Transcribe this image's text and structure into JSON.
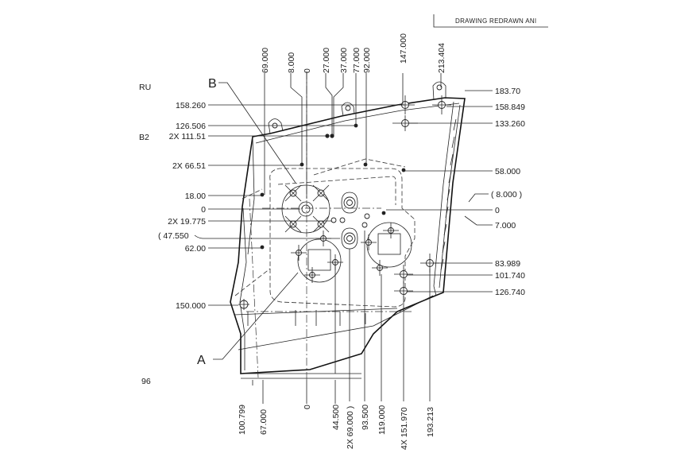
{
  "drawing": {
    "title_block": "DRAWING REDRAWN ANI",
    "edge_marks": [
      "RU",
      "B2",
      "96"
    ],
    "views": {
      "view_b": "B",
      "view_a": "A"
    },
    "dims_top": [
      "69.000",
      "8.000",
      "0",
      "27.000",
      "37.000",
      "77.000",
      "92.000",
      "147.000",
      "213.404"
    ],
    "dims_left": [
      "158.260",
      "126.506",
      "2X 111.51",
      "2X 66.51",
      "18.00",
      "0",
      "2X 19.775",
      "( 47.550",
      "62.00",
      "150.000"
    ],
    "dims_right": [
      "183.70",
      "158.849",
      "133.260",
      "58.000",
      "( 8.000 )",
      "0",
      "7.000",
      "83.989",
      "101.740",
      "126.740"
    ],
    "dims_bottom": [
      "100.799",
      "67.000",
      "0",
      "44.500",
      "2X 69.000 )",
      "93.500",
      "119.000",
      "4X 151.970",
      "193.213"
    ]
  },
  "colors": {
    "ink": "#1a1a1a",
    "paper": "#ffffff"
  }
}
